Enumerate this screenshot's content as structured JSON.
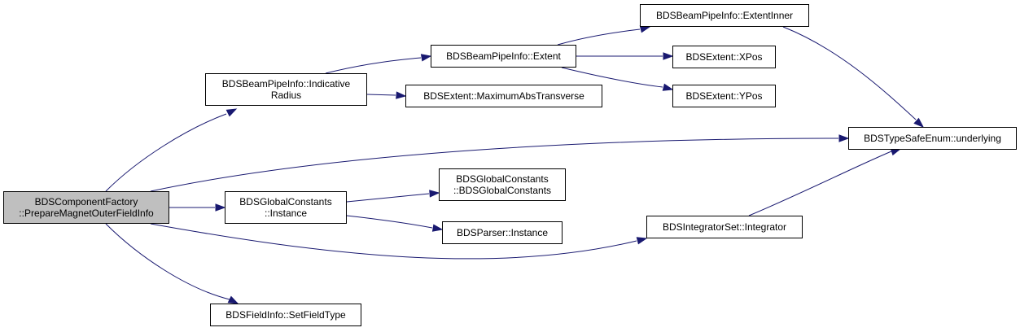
{
  "graph": {
    "edge_color": "#191970",
    "root_fill": "#bfbfbf",
    "nodes": {
      "root": {
        "line1": "BDSComponentFactory",
        "line2": "::PrepareMagnetOuterFieldInfo"
      },
      "indicative_radius": {
        "line1": "BDSBeamPipeInfo::Indicative",
        "line2": "Radius"
      },
      "global_instance": {
        "line1": "BDSGlobalConstants",
        "line2": "::Instance"
      },
      "integrator": {
        "line1": "BDSIntegratorSet::Integrator"
      },
      "set_field_type": {
        "line1": "BDSFieldInfo::SetFieldType"
      },
      "extent": {
        "line1": "BDSBeamPipeInfo::Extent"
      },
      "max_abs_transverse": {
        "line1": "BDSExtent::MaximumAbsTransverse"
      },
      "global_ctor": {
        "line1": "BDSGlobalConstants",
        "line2": "::BDSGlobalConstants"
      },
      "parser_instance": {
        "line1": "BDSParser::Instance"
      },
      "extent_inner": {
        "line1": "BDSBeamPipeInfo::ExtentInner"
      },
      "xpos": {
        "line1": "BDSExtent::XPos"
      },
      "ypos": {
        "line1": "BDSExtent::YPos"
      },
      "underlying": {
        "line1": "BDSTypeSafeEnum::underlying"
      }
    }
  }
}
